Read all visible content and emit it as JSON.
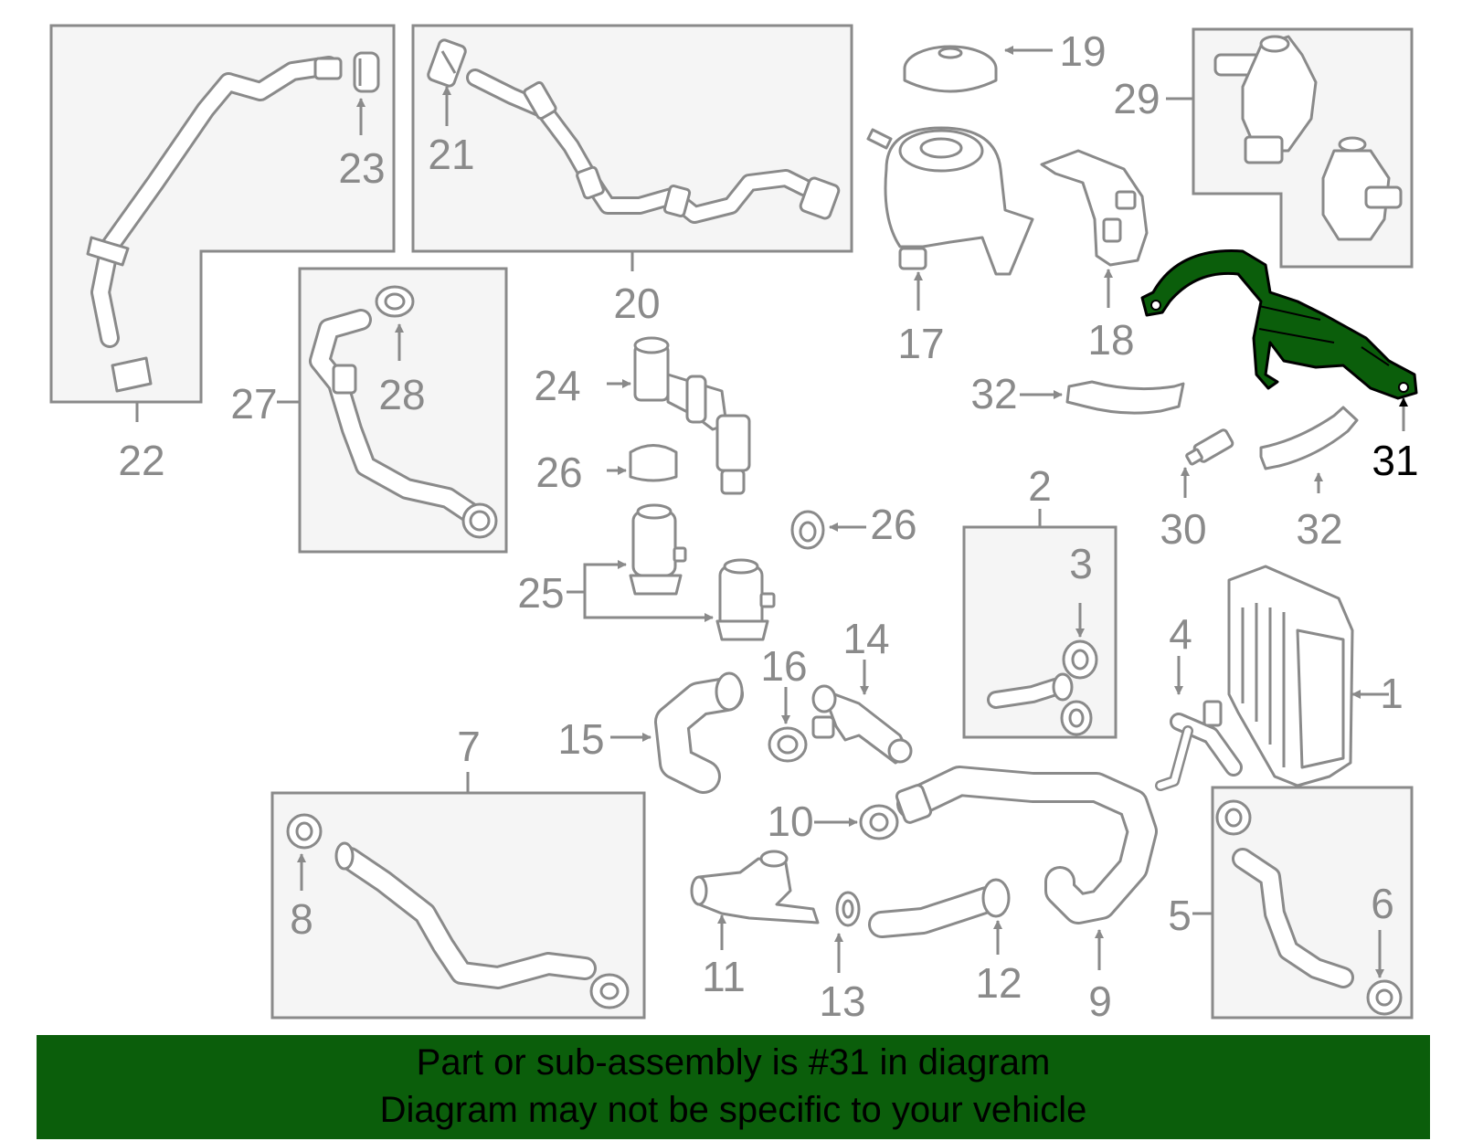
{
  "callouts": {
    "c1": "1",
    "c2": "2",
    "c3": "3",
    "c4": "4",
    "c5": "5",
    "c6": "6",
    "c7": "7",
    "c8": "8",
    "c9": "9",
    "c10": "10",
    "c11": "11",
    "c12": "12",
    "c13": "13",
    "c14": "14",
    "c15": "15",
    "c16": "16",
    "c17": "17",
    "c18": "18",
    "c19": "19",
    "c20": "20",
    "c21": "21",
    "c22": "22",
    "c23": "23",
    "c24": "24",
    "c25": "25",
    "c26a": "26",
    "c26b": "26",
    "c27": "27",
    "c28": "28",
    "c29": "29",
    "c30": "30",
    "c31": "31",
    "c32a": "32",
    "c32b": "32"
  },
  "highlight": {
    "part": "31",
    "color": "#0b5e0b"
  },
  "banner": {
    "line1": "Part or sub-assembly is #31 in diagram",
    "line2": "Diagram may not be specific to your vehicle"
  }
}
